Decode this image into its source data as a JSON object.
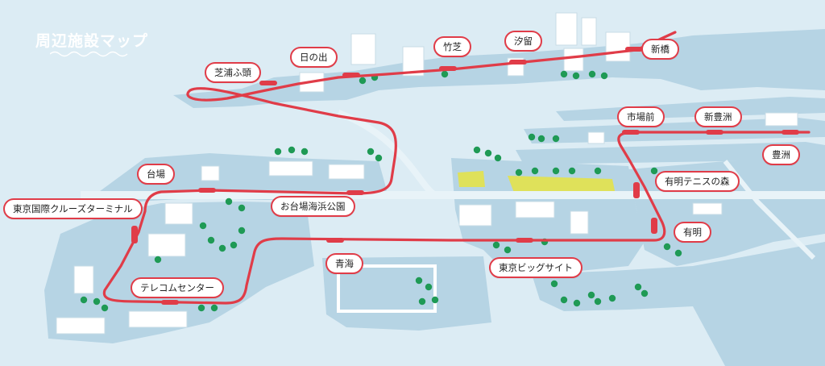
{
  "map": {
    "title": "周辺施設マップ",
    "colors": {
      "sea": "#dcecf4",
      "land": "#b6d4e4",
      "land_dark": "#a9cadb",
      "road": "#e8f3f8",
      "rail": "#e03c48",
      "tree": "#1f9a55",
      "field": "#dfe15a"
    }
  },
  "stations": {
    "shibaura_futo": "芝浦ふ頭",
    "hinode": "日の出",
    "takeshiba": "竹芝",
    "shiodome": "汐留",
    "shimbashi": "新橋",
    "daiba": "台場",
    "odaiba_kaihinkoen": "お台場海浜公園",
    "tokyo_kokusai_cruise_terminal": "東京国際クルーズターミナル",
    "telecom_center": "テレコムセンター",
    "aomi": "青海",
    "tokyo_big_sight": "東京ビッグサイト",
    "ariake": "有明",
    "ariake_tennis_no_mori": "有明テニスの森",
    "shijo_mae": "市場前",
    "shin_toyosu": "新豊洲",
    "toyosu": "豊洲"
  }
}
